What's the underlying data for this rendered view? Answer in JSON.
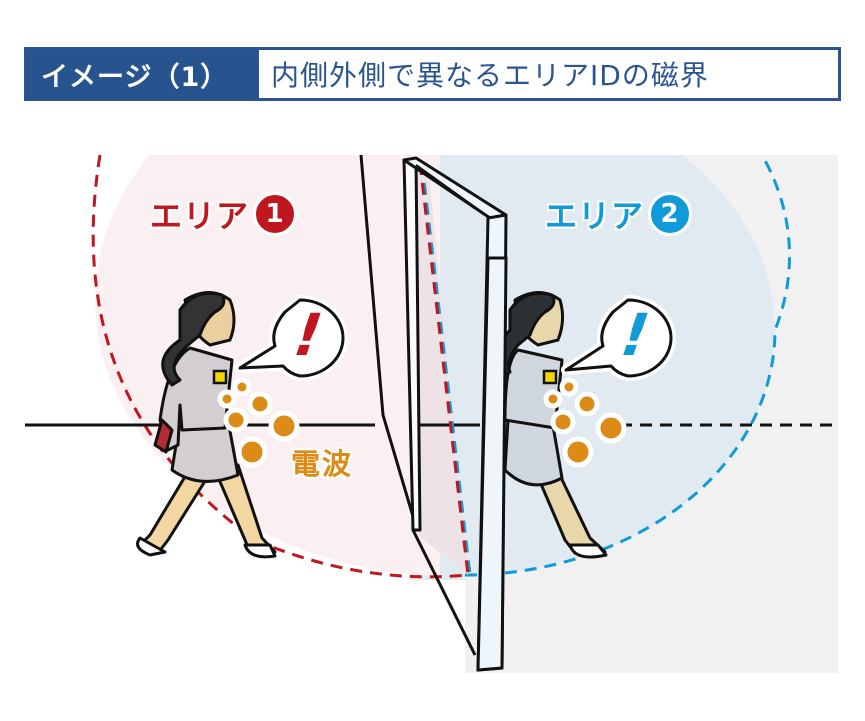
{
  "header": {
    "tag": "イメージ（1）",
    "title": "内側外側で異なるエリアIDの磁界"
  },
  "areas": [
    {
      "label": "エリア",
      "number": "1",
      "color": "#c0161f",
      "fill": "#fbf0f1"
    },
    {
      "label": "エリア",
      "number": "2",
      "color": "#0f9ad8",
      "fill": "#e1eaf0"
    }
  ],
  "wave_label": "電波",
  "alerts": [
    {
      "glyph": "!",
      "color": "#c0161f"
    },
    {
      "glyph": "!",
      "color": "#0f9ad8"
    }
  ],
  "colors": {
    "header_blue": "#27538e",
    "wave_orange": "#dc8b17",
    "badge_yellow": "#f2d600",
    "outside_gray": "#f1f1f1"
  }
}
